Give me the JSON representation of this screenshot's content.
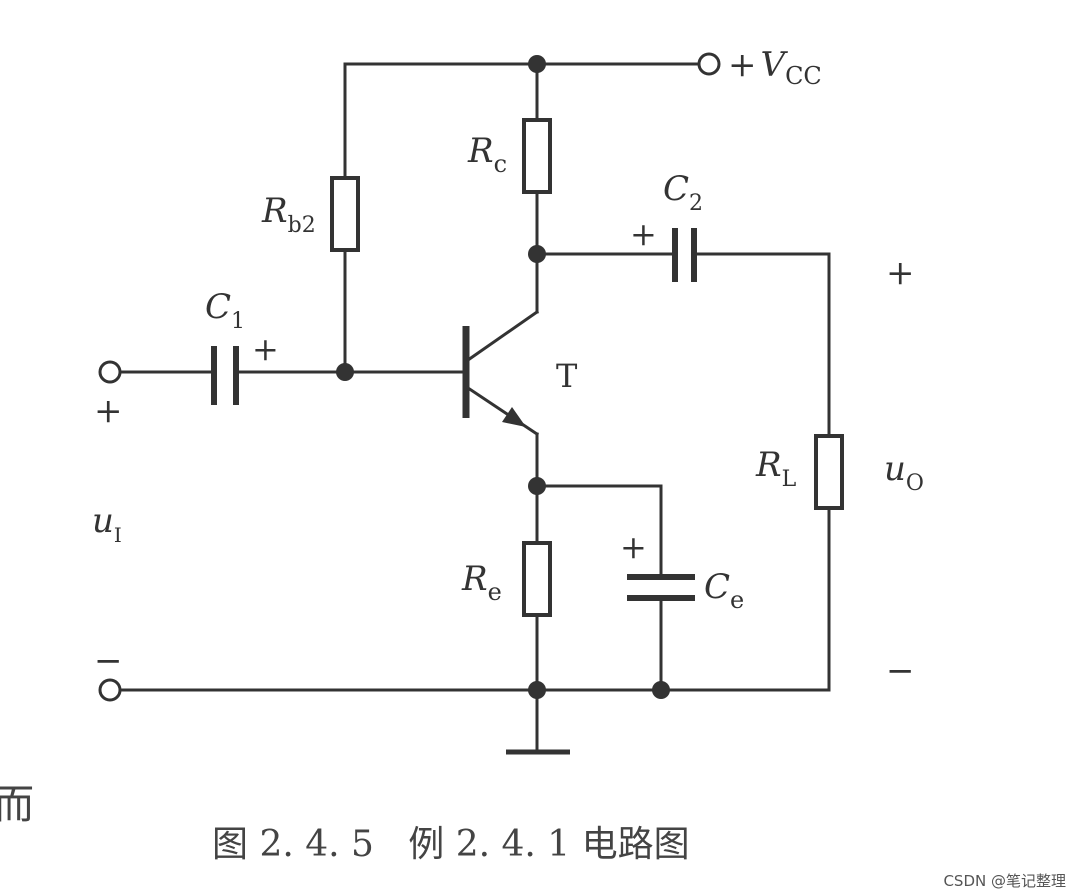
{
  "labels": {
    "vcc_prefix": "+",
    "vcc_main": "V",
    "vcc_sub": "CC",
    "rc_top_main": "R",
    "rc_top_sub": "c",
    "rb2_main": "R",
    "rb2_sub": "b2",
    "c1_main": "C",
    "c1_sub": "1",
    "c2_main": "C",
    "c2_sub": "2",
    "transistor": "T",
    "rl_main": "R",
    "rl_sub": "L",
    "uo_main": "u",
    "uo_sub": "O",
    "ui_main": "u",
    "ui_sub": "I",
    "re_main": "R",
    "re_sub": "e",
    "ce_main": "C",
    "ce_sub": "e",
    "plus": "+",
    "minus": "−"
  },
  "caption": "图 2. 4. 5   例 2. 4. 1 电路图",
  "side_text": "而",
  "watermark": "CSDN @笔记整理"
}
